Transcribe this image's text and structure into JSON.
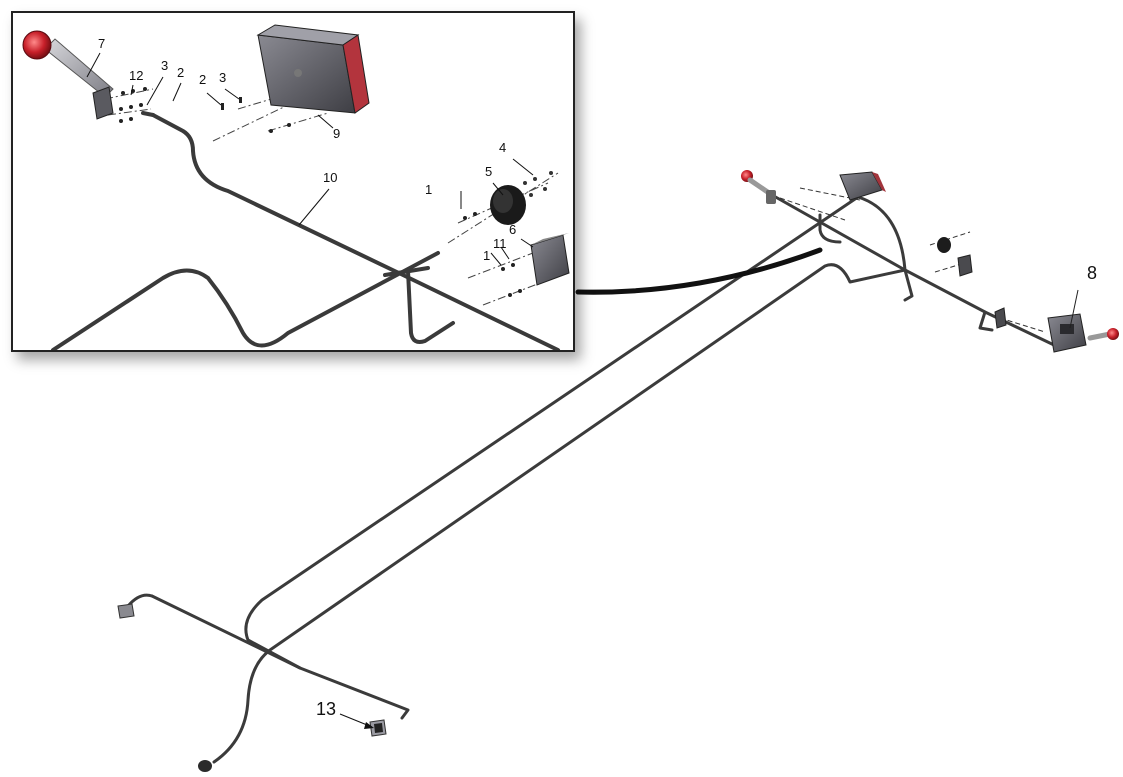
{
  "diagram": {
    "type": "exploded-parts-diagram",
    "subject": "lighting wiring harness",
    "callouts": {
      "c7": "7",
      "c12": "12",
      "c3a": "3",
      "c2a": "2",
      "c2b": "2",
      "c3b": "3",
      "c9": "9",
      "c10": "10",
      "c4": "4",
      "c5": "5",
      "c1a": "1",
      "c6": "6",
      "c1b": "1",
      "c11": "11",
      "c8": "8",
      "c13": "13"
    },
    "colors": {
      "harness": "#3b3b3b",
      "lamp_red": "#c8202a",
      "lamp_housing": "#5a5a60",
      "connector": "#2a2a2a"
    }
  }
}
